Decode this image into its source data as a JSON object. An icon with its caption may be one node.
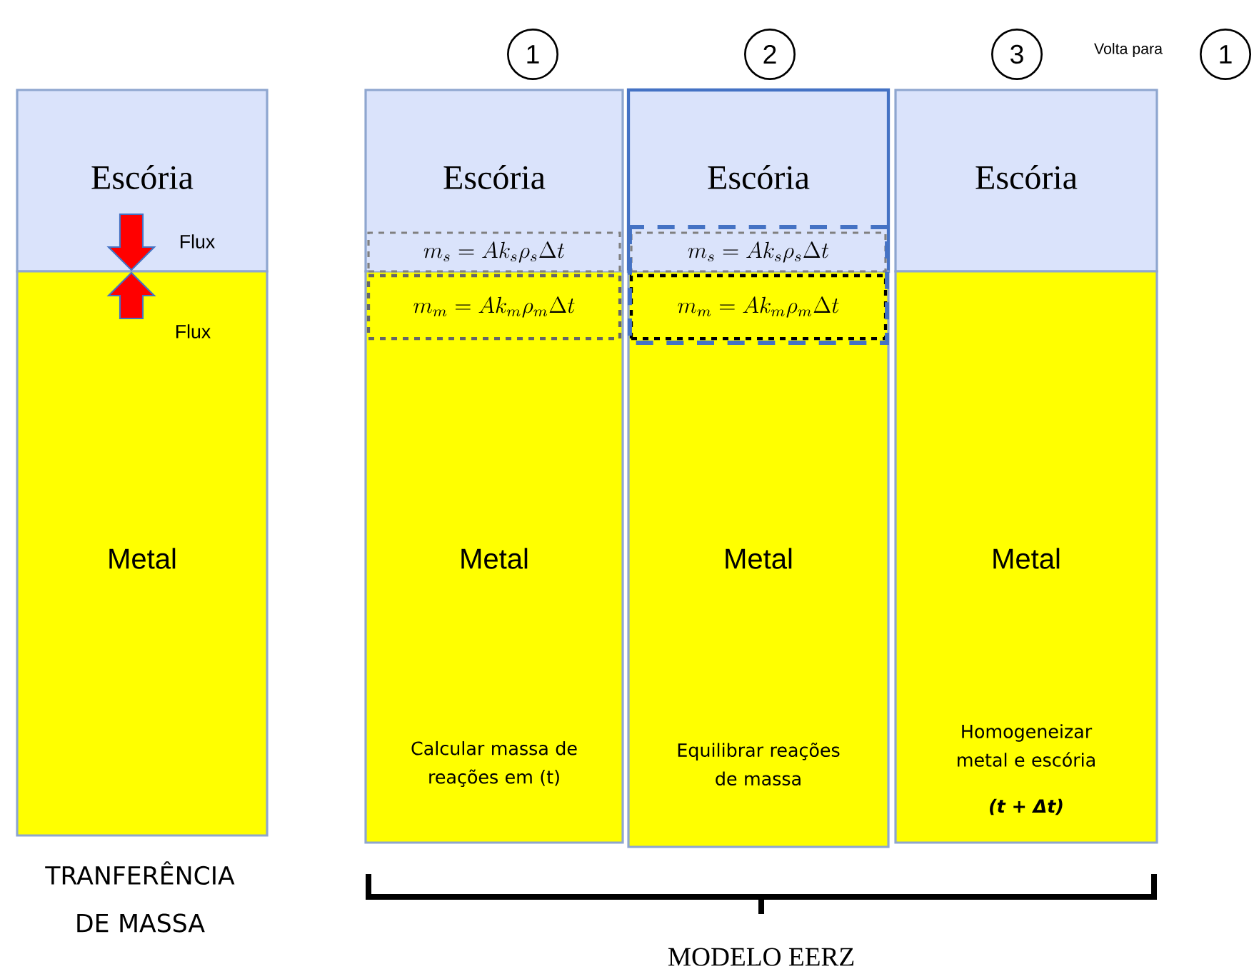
{
  "diagram": {
    "nodes": [
      {
        "text": [
          "Escória"
        ]
      },
      {
        "text": [
          "Metal"
        ]
      },
      {
        "text": [
          "1"
        ]
      },
      {
        "text": [
          "2"
        ]
      },
      {
        "text": [
          "3"
        ]
      },
      {
        "text": [
          "1"
        ]
      },
      {
        "text": [
          "Escória"
        ]
      },
      {
        "text": [
          "m_s = Ak_s\\rho_s\\Delta t"
        ],
        "in": 6
      },
      {
        "text": [
          "m_m = Ak_m\\rho_m\\Delta t"
        ],
        "in": 9
      },
      {
        "text": [
          "Metal",
          "Calcular massa de reações em (t)"
        ]
      },
      {
        "text": [
          "Escória"
        ]
      },
      {
        "text": [
          "m_s = Ak_s\\rho_s\\Delta t"
        ],
        "in": 10
      },
      {
        "text": [
          "m_m = Ak_m\\rho_m\\Delta t"
        ],
        "in": 13
      },
      {
        "text": [
          "Metal",
          "Equilibrar reações de massa"
        ]
      },
      {
        "text": [
          "Escória"
        ]
      },
      {
        "text": [
          "Metal",
          "Homogeneizar metal e escória",
          "(t + Δt)"
        ]
      }
    ],
    "labels": [
      "Flux",
      "Flux",
      "TRANFERÊNCIA DE MASSA",
      "Volta para",
      "MODELO EERZ"
    ]
  }
}
